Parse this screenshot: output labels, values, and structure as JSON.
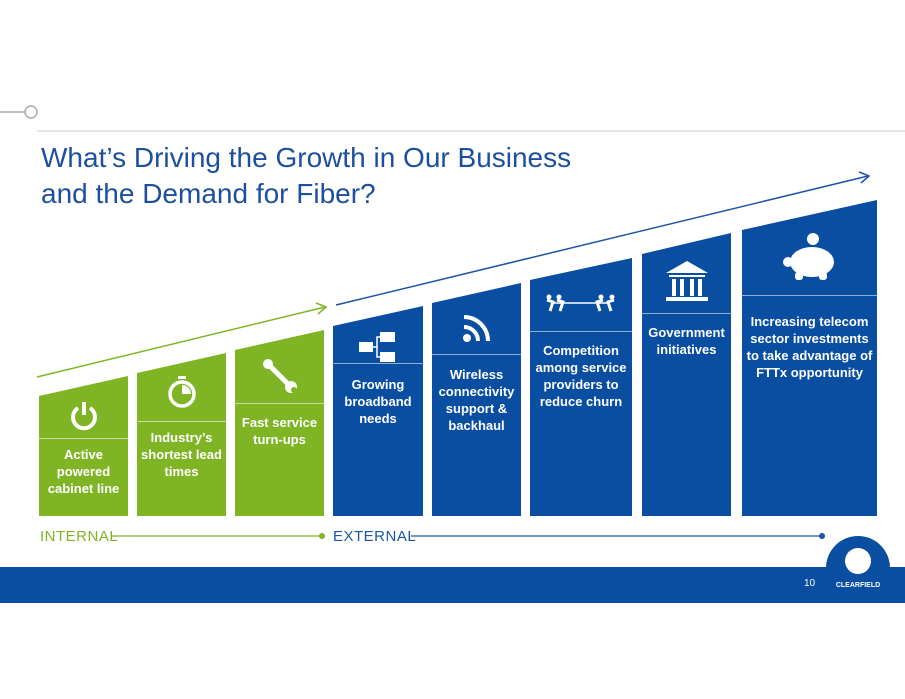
{
  "title_line1": "What’s Driving the Growth in Our Business",
  "title_line2": "and the Demand for Fiber?",
  "columns": [
    {
      "label": "Active powered cabinet line",
      "icon": "power-icon",
      "group": "internal"
    },
    {
      "label": "Industry’s shortest lead times",
      "icon": "stopwatch-icon",
      "group": "internal"
    },
    {
      "label": "Fast service turn-ups",
      "icon": "wrench-icon",
      "group": "internal"
    },
    {
      "label": "Growing broadband needs",
      "icon": "network-icon",
      "group": "external"
    },
    {
      "label": "Wireless connectivity support & backhaul",
      "icon": "wireless-icon",
      "group": "external"
    },
    {
      "label": "Competition among service providers to reduce churn",
      "icon": "tug-of-war-icon",
      "group": "external"
    },
    {
      "label": "Government initiatives",
      "icon": "government-building-icon",
      "group": "external"
    },
    {
      "label": "Increasing telecom sector investments to take advantage of FTTx opportunity",
      "icon": "piggy-bank-icon",
      "group": "external"
    }
  ],
  "internal_label": "INTERNAL",
  "external_label": "EXTERNAL",
  "page_number": "10",
  "logo_text": "CLEARFIELD",
  "colors": {
    "green": "#7fb524",
    "blue": "#0a4ea2"
  }
}
